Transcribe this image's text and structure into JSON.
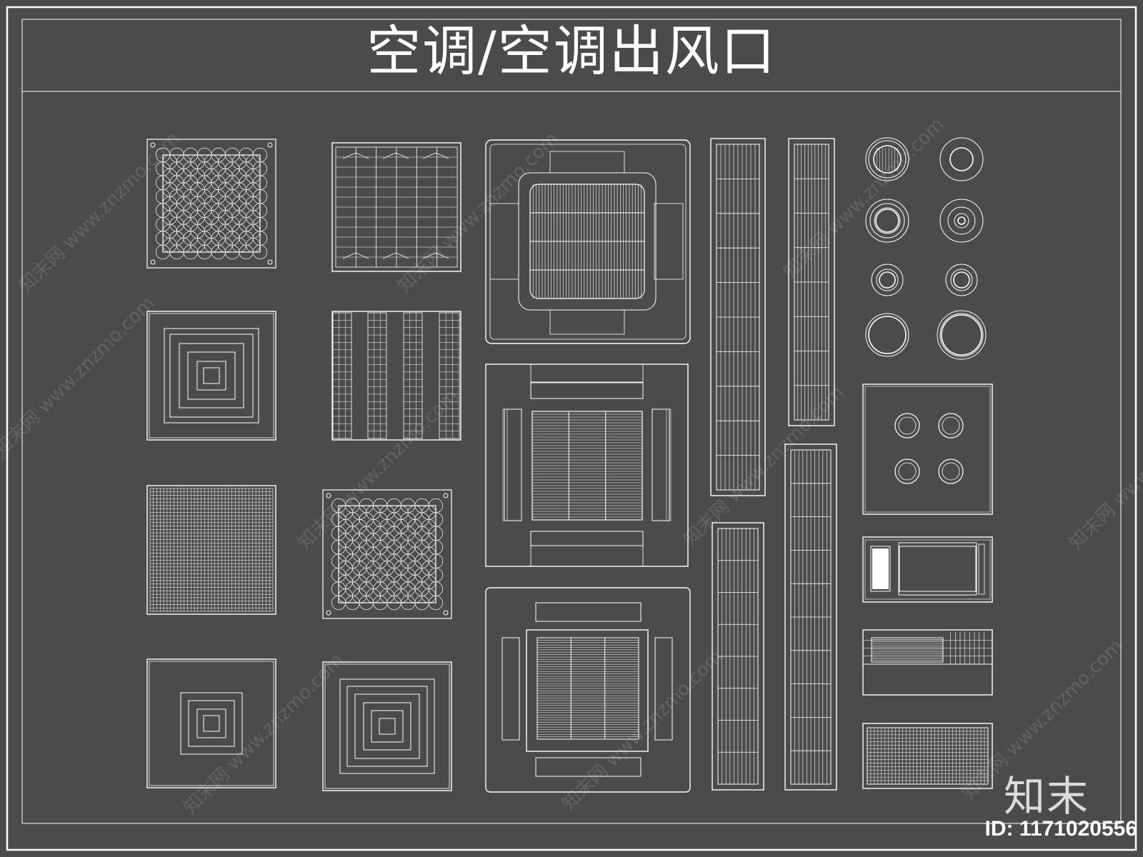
{
  "title": "空调/空调出风口",
  "watermark": {
    "text": "知末网 www.znzmo.com",
    "repeats": 10
  },
  "logo": "知末",
  "id_label": "ID: 1171020556",
  "colors": {
    "background": "#4b4b4b",
    "line": "#ffffff",
    "title": "#ffffff"
  },
  "components": [
    "ornamental-grille-vent",
    "louvered-grid-vent",
    "square-diffuser",
    "slot-grille-vent",
    "mesh-grille-vent",
    "ornamental-grille-vent",
    "square-diffuser",
    "square-diffuser",
    "cassette-ac-unit",
    "cassette-ac-unit",
    "cassette-ac-unit",
    "linear-slot-vent",
    "linear-slot-vent",
    "linear-slot-vent",
    "linear-slot-vent",
    "round-diffuser",
    "four-round-diffuser-panel",
    "wall-ac-outlet",
    "bar-grille-outlet",
    "mesh-grille-outlet"
  ]
}
